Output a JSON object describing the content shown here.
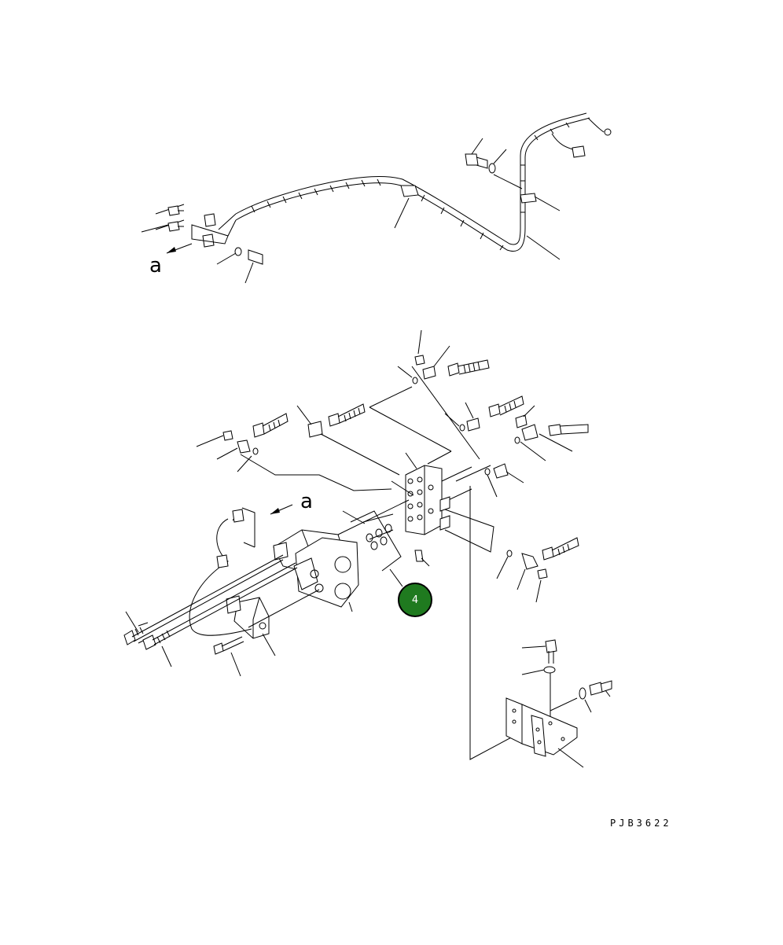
{
  "diagram": {
    "view_reference_top": "a",
    "view_reference_bottom": "a",
    "drawing_code": "PJB3622",
    "callout": {
      "label": "4",
      "color": "#1f7a1f"
    }
  }
}
